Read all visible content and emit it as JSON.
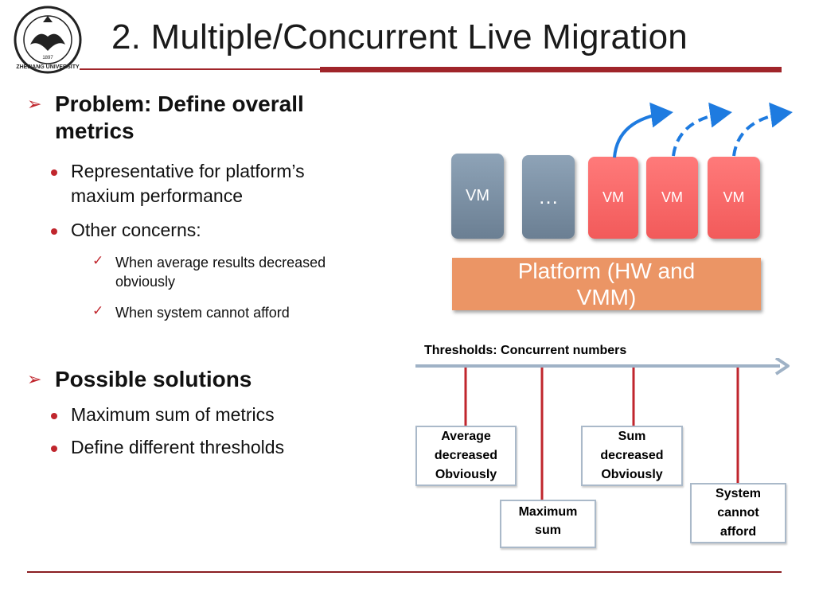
{
  "slide": {
    "title": "2. Multiple/Concurrent Live Migration",
    "logo_text": "ZHEJIANG UNIVERSITY",
    "logo_year": "1897"
  },
  "left": {
    "problem": {
      "heading_line1": "Problem: Define overall",
      "heading_line2": "metrics",
      "items": [
        {
          "line1": "Representative for platform’s",
          "line2": "maxium performance"
        },
        {
          "line1": "Other concerns:"
        }
      ],
      "subitems": [
        {
          "line1": "When average results decreased",
          "line2": "obviously"
        },
        {
          "line1": "When system cannot afford"
        }
      ]
    },
    "solutions": {
      "heading": "Possible solutions",
      "items": [
        "Maximum sum of metrics",
        "Define different thresholds"
      ]
    }
  },
  "diagram": {
    "vms": [
      "VM",
      "…",
      "VM",
      "VM",
      "VM"
    ],
    "platform_line1": "Platform (HW and",
    "platform_line2": "VMM)",
    "threshold_title": "Thresholds: Concurrent numbers",
    "thresholds": [
      {
        "lines": [
          "Average",
          "decreased",
          "Obviously"
        ]
      },
      {
        "lines": [
          "Maximum",
          "sum"
        ]
      },
      {
        "lines": [
          "Sum",
          "decreased",
          "Obviously"
        ]
      },
      {
        "lines": [
          "System",
          "cannot",
          "afford"
        ]
      }
    ]
  },
  "colors": {
    "accent_red": "#c0262d",
    "rule": "#a0252a",
    "vm_grey": "#7a8ea3",
    "vm_red": "#f86464",
    "platform": "#eb9565",
    "arrow_blue": "#1e7be0",
    "axis": "#9fb2c6"
  },
  "icons": {
    "bullet_level1": "arrowhead-bullet-icon",
    "bullet_level2": "dot-bullet-icon",
    "bullet_level3": "checkmark-icon"
  }
}
